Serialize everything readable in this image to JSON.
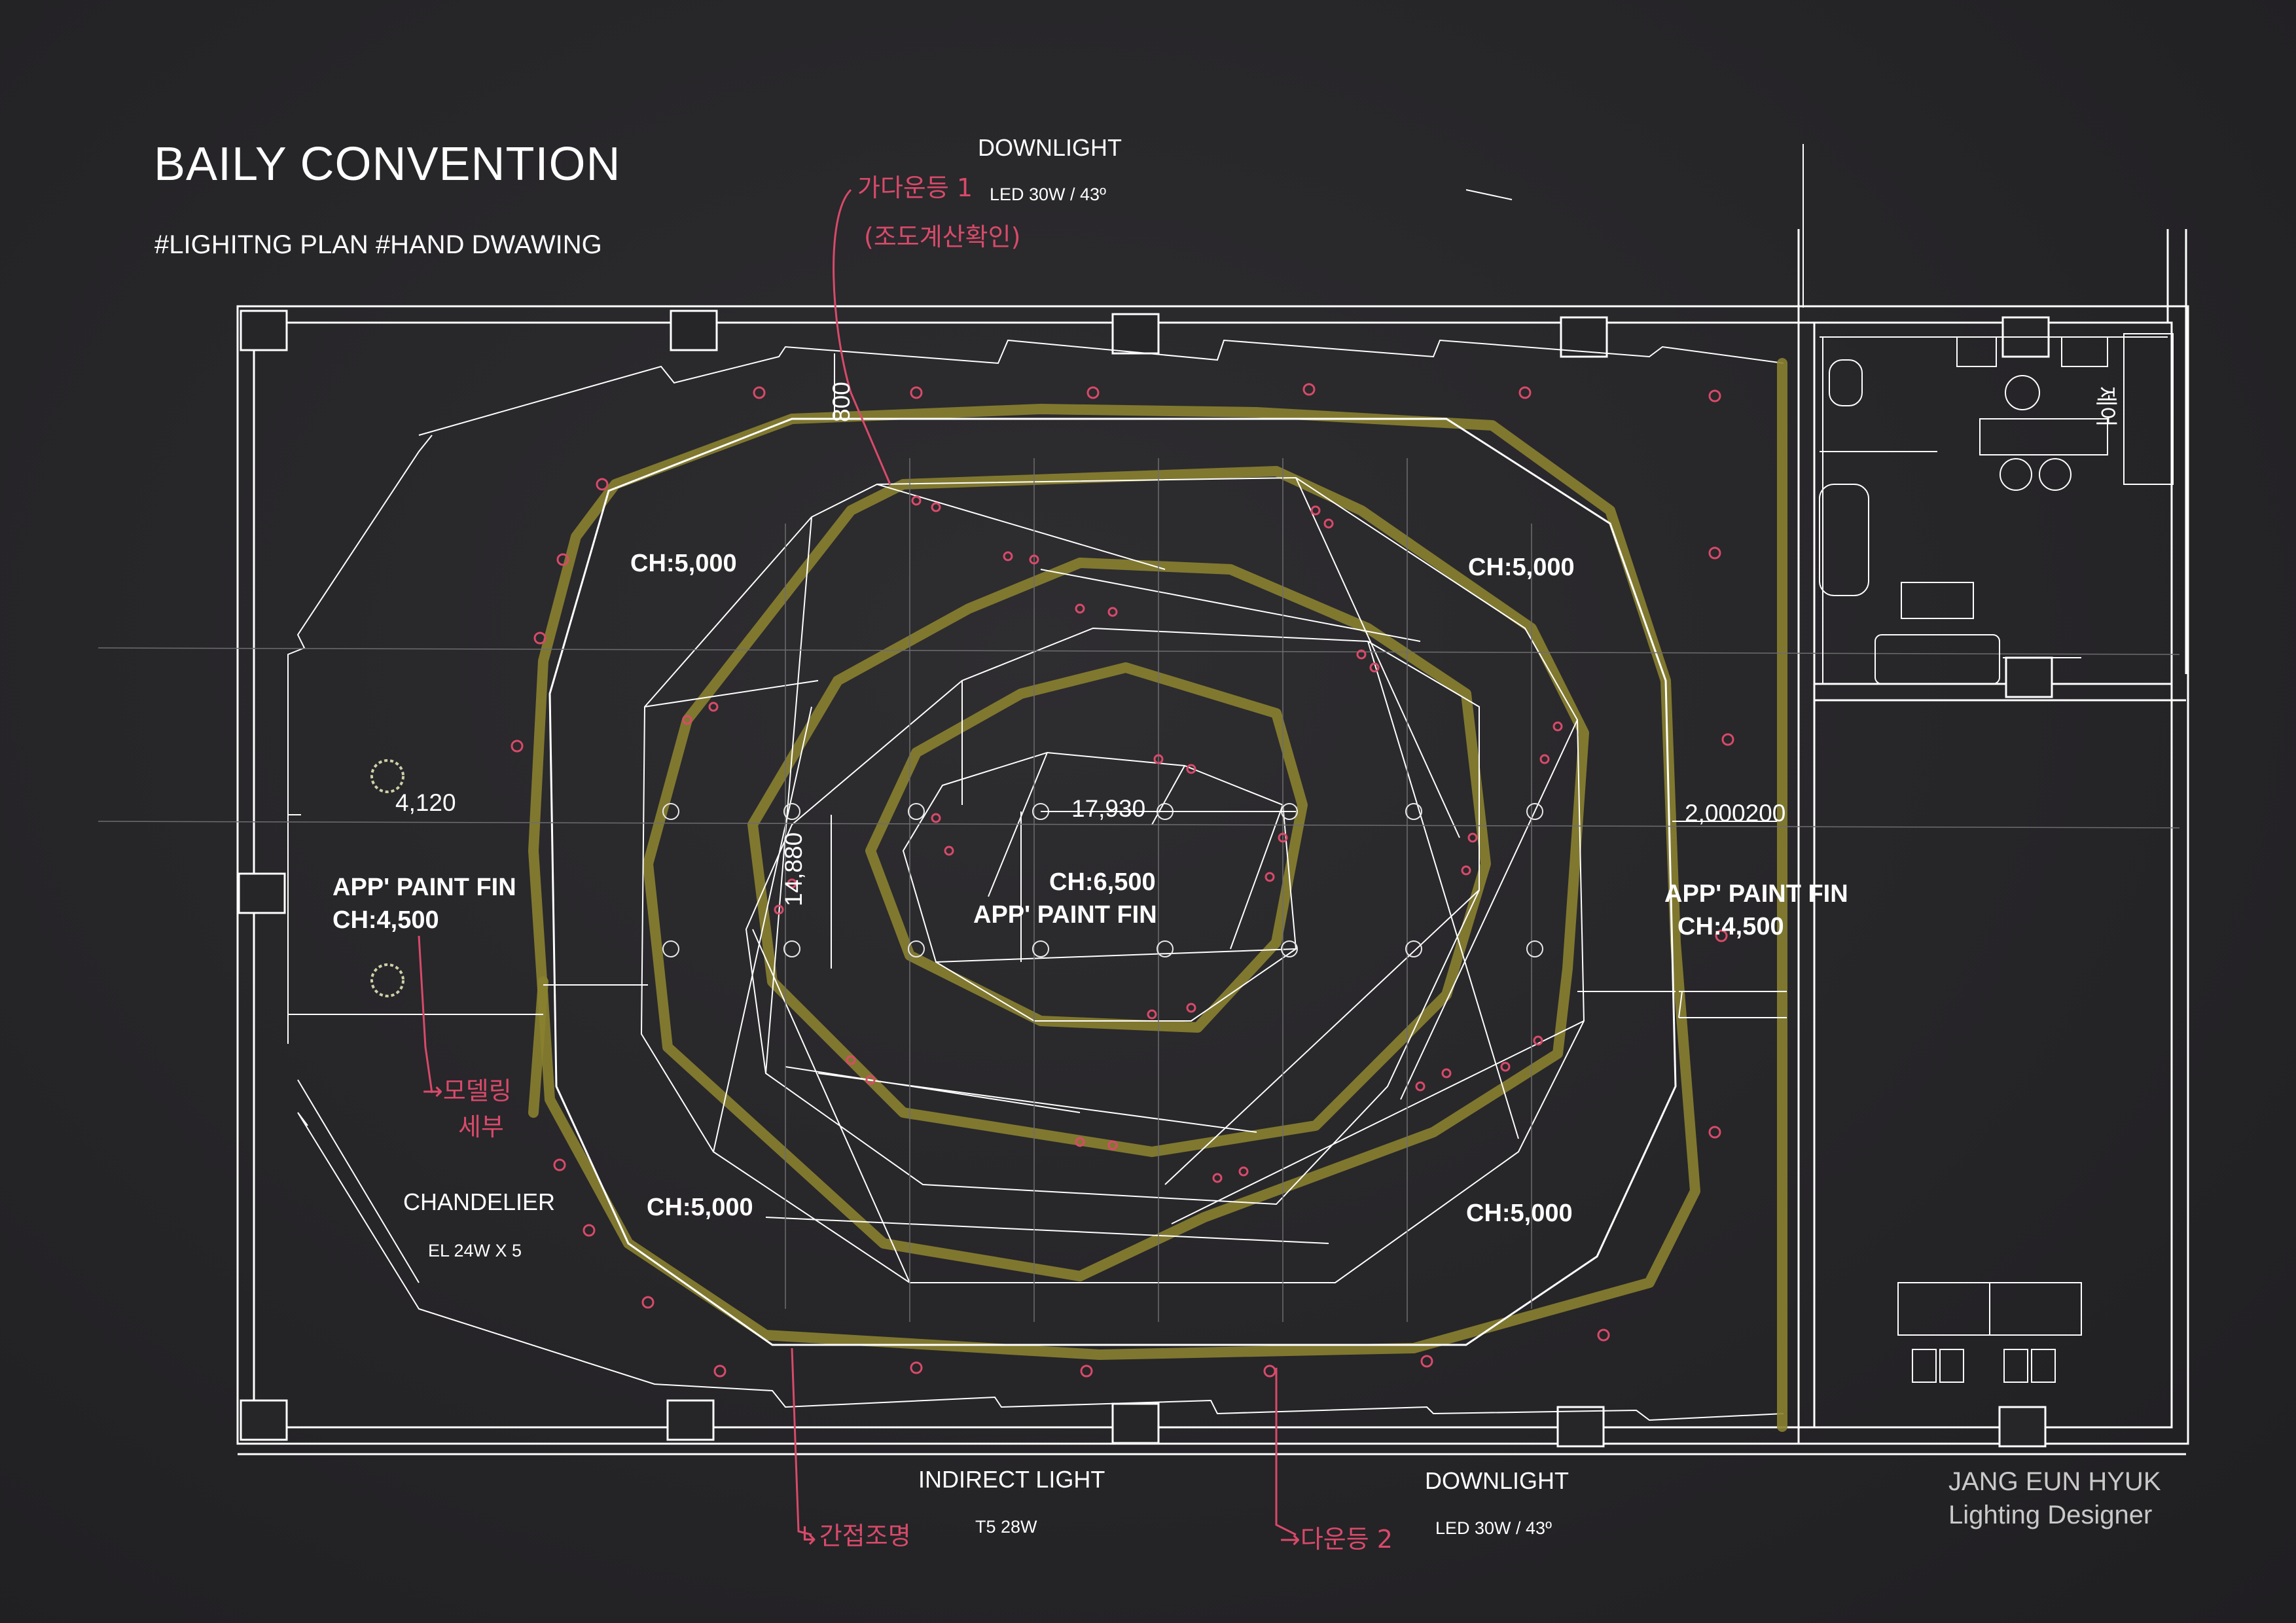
{
  "title": "BAILY CONVENTION",
  "tags": "#LIGHITNG PLAN #HAND DWAWING",
  "callouts": {
    "downlight_top": "DOWNLIGHT",
    "downlight_top_spec": "LED 30W / 43º",
    "indirect": "INDIRECT LIGHT",
    "indirect_spec": "T5 28W",
    "downlight_bottom": "DOWNLIGHT",
    "downlight_bottom_spec": "LED 30W / 43º",
    "chandelier": "CHANDELIER",
    "chandelier_spec": "EL 24W X 5"
  },
  "rooms": {
    "ch_top_left": "CH:5,000",
    "ch_top_right": "CH:5,000",
    "ch_bottom_left": "CH:5,000",
    "ch_bottom_right": "CH:5,000",
    "center_ch": "CH:6,500",
    "center_fin": "APP' PAINT FIN",
    "left_fin": "APP' PAINT FIN",
    "left_ch": "CH:4,500",
    "right_fin": "APP' PAINT FIN",
    "right_ch": "CH:4,500"
  },
  "dimensions": {
    "left": "4,120",
    "center_width": "17,930",
    "center_height": "14,880",
    "right": "2,000200",
    "top": "800"
  },
  "annotations": {
    "korean_right_room": "제어",
    "pink_note_top": "가다운등 1",
    "pink_note_top_sub": "(조도계산확인)",
    "pink_note_left": "→모델링",
    "pink_note_left_sub": "세부",
    "pink_note_bottom_left": "↳간접조명",
    "pink_note_bottom_right": "→다운등 2"
  },
  "designer": {
    "name": "JANG EUN HYUK",
    "role": "Lighting Designer"
  },
  "colors": {
    "background": "#252427",
    "linework": "#ffffff",
    "highlighter": "#8a8130",
    "markup": "#d84a6a"
  }
}
